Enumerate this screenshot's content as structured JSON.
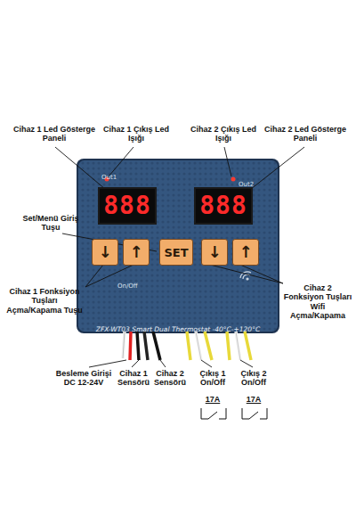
{
  "diagram": {
    "nodes": [
      {
        "text": [
          "Out1",
          "Out2",
          "On/Off",
          "ZFX-WT03 Smart Dual Thermostat -40°C-+120°C"
        ]
      },
      {
        "text": [
          "888"
        ],
        "in": 0
      },
      {
        "text": [
          "888"
        ],
        "in": 0
      },
      {
        "text": [
          "↓"
        ],
        "in": 0
      },
      {
        "text": [
          "↑"
        ],
        "in": 0
      },
      {
        "text": [
          "SET"
        ],
        "in": 0
      },
      {
        "text": [
          "↓"
        ],
        "in": 0
      },
      {
        "text": [
          "↑"
        ],
        "in": 0
      }
    ],
    "labels": [
      "Cihaz 1 Led Gösterge Paneli",
      "Cihaz 1 Çıkış Led Işığı",
      "Cihaz 2 Çıkış Led Işığı",
      "Cihaz 2 Led Gösterge Paneli",
      "Set/Menü Giriş Tuşu",
      "Cihaz 1 Fonksiyon Tuşları Açma/Kapama Tuşu",
      "Cihaz 2 Fonksiyon Tuşları Wifi Açma/Kapama",
      "Besleme Girişi DC 12-24V",
      "Cihaz 1 Sensörü",
      "Cihaz 2 Sensörü",
      "Çıkış 1 On/Off",
      "17A",
      "Çıkış 2 On/Off",
      "17A"
    ]
  }
}
